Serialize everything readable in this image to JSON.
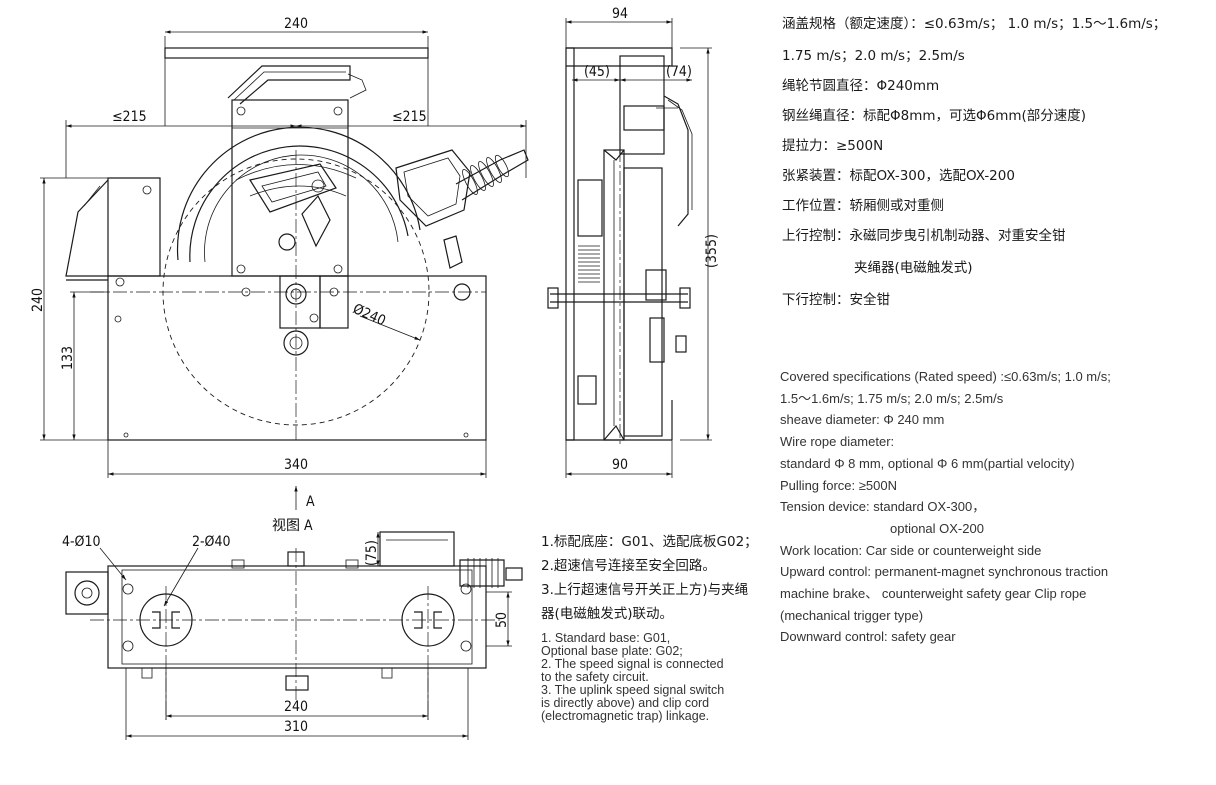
{
  "dimensions": {
    "top_width": "240",
    "side_width": "94",
    "left_reach": "≤215",
    "right_reach": "≤215",
    "offset_left": "(45)",
    "offset_right": "(74)",
    "side_height": "(355)",
    "height": "240",
    "axis_height": "133",
    "sheave_dia": "Ø240",
    "base_length": "340",
    "side_base": "90",
    "view_arrow": "A",
    "view_label": "视图 A",
    "hole_small": "4-Ø10",
    "hole_large": "2-Ø40",
    "plan_offset": "(75)",
    "plan_width": "50",
    "plan_hole_span": "240",
    "plan_length": "310"
  },
  "spec_cn": [
    "涵盖规格（额定速度）：≤0.63m/s； 1.0 m/s；1.5～1.6m/s；",
    "1.75 m/s；2.0 m/s；2.5m/s",
    "绳轮节圆直径：Φ240mm",
    "钢丝绳直径：标配Φ8mm，可选Φ6mm(部分速度)",
    "提拉力：≥500N",
    "张紧装置：标配OX-300，选配OX-200",
    "工作位置：轿厢侧或对重侧",
    "上行控制：永磁同步曳引机制动器、对重安全钳",
    "夹绳器(电磁触发式)",
    "下行控制：安全钳"
  ],
  "spec_en": [
    " Covered specifications (Rated speed) :≤0.63m/s;   1.0 m/s;",
    "1.5～1.6m/s;  1.75 m/s;  2.0 m/s;  2.5m/s",
    "sheave diameter:   Φ 240 mm",
    "Wire rope diameter:",
    "standard  Φ 8 mm, optional  Φ 6 mm(partial velocity)",
    "Pulling force: ≥500N",
    "Tension device: standard OX-300，",
    "optional  OX-200",
    "Work location: Car side or counterweight side",
    "Upward control:  permanent-magnet synchronous traction",
    "machine brake、 counterweight safety gear Clip rope",
    "(mechanical trigger type)",
    "Downward control: safety gear"
  ],
  "notes_cn": [
    "1.标配底座：G01、选配底板G02；",
    "2.超速信号连接至安全回路。",
    "3.上行超速信号开关正上方)与夹绳",
    "器(电磁触发式)联动。"
  ],
  "notes_en": [
    "1. Standard base: G01,",
    "    Optional base plate: G02;",
    "2. The speed signal is connected",
    "    to the safety circuit.",
    "3. The uplink speed signal switch",
    "    is directly above) and clip cord",
    "    (electromagnetic trap) linkage."
  ]
}
